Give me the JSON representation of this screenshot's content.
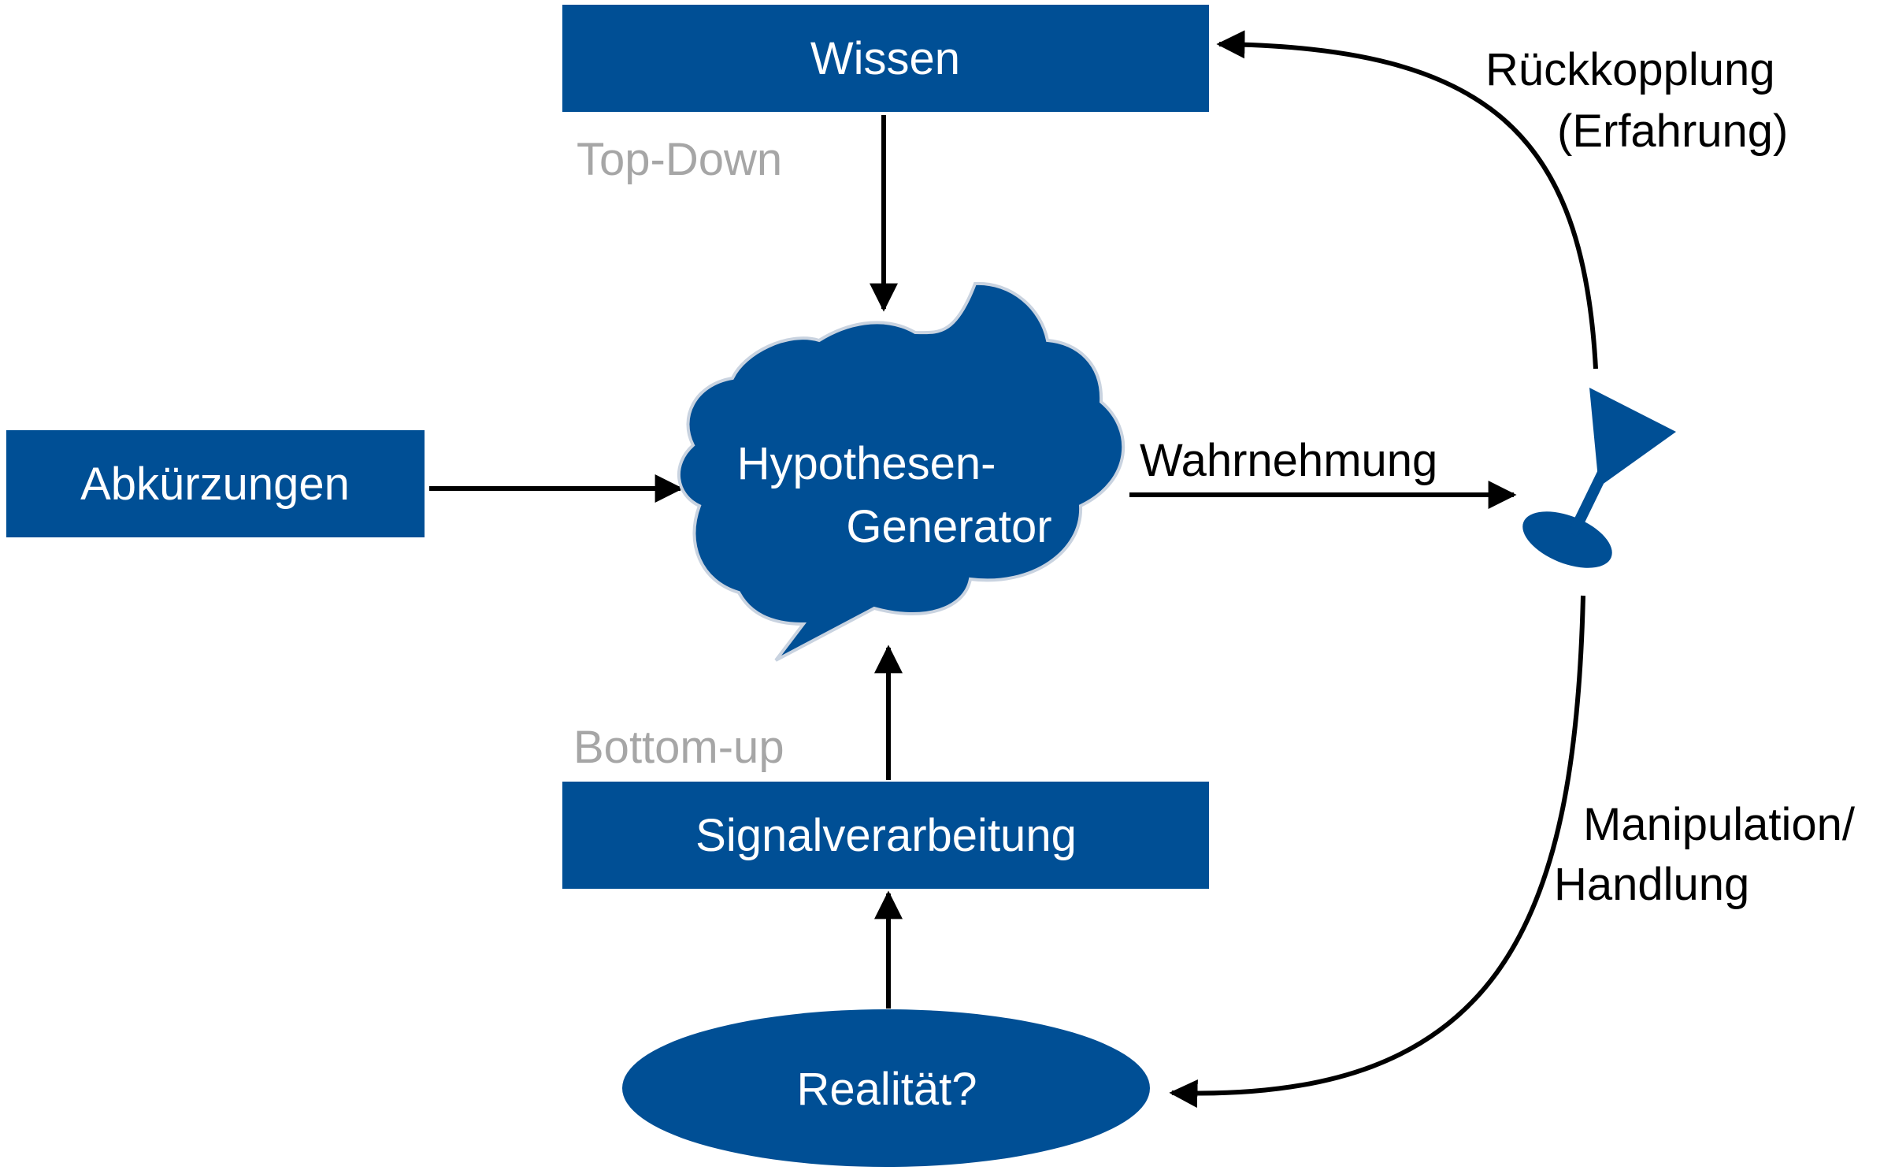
{
  "colors": {
    "accent": "#004f95",
    "text_on_accent": "#ffffff",
    "label": "#000000",
    "muted_label": "#a6a6a6",
    "cloud_outline": "#c9d3e0"
  },
  "nodes": {
    "wissen": "Wissen",
    "abkuerzungen": "Abkürzungen",
    "hypothesen_line1": "Hypothesen-",
    "hypothesen_line2": "Generator",
    "signalverarbeitung": "Signalverarbeitung",
    "realitaet": "Realität?"
  },
  "labels": {
    "top_down": "Top-Down",
    "bottom_up": "Bottom-up",
    "wahrnehmung": "Wahrnehmung",
    "rueckkopplung_line1": "Rückkopplung",
    "rueckkopplung_line2": "(Erfahrung)",
    "manipulation_line1": "Manipulation/",
    "manipulation_line2": "Handlung"
  },
  "icons": {
    "hypothesis_node": "brain-cloud-icon",
    "goal_marker": "flag-icon"
  }
}
